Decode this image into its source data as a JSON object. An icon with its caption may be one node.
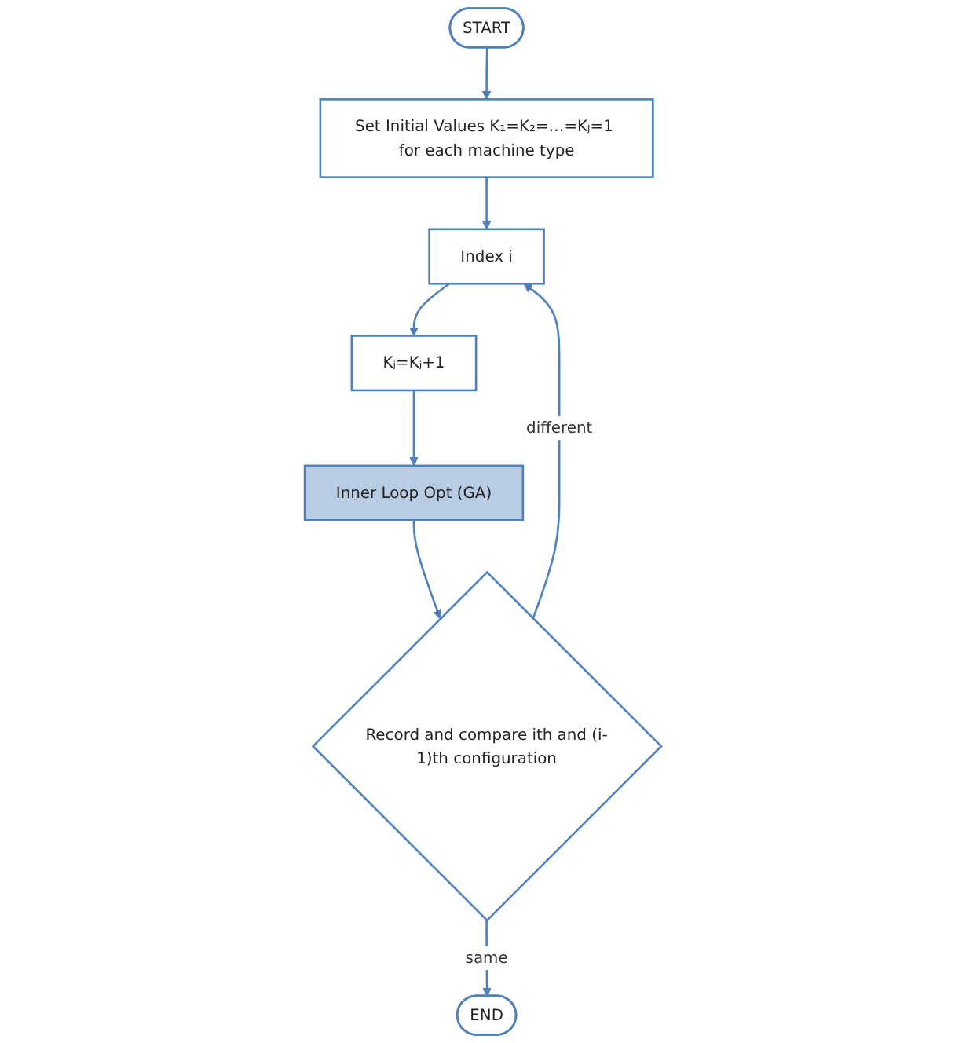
{
  "diagram": {
    "nodes": [
      {
        "text": [
          "START"
        ]
      },
      {
        "text": [
          "Set Initial Values K₁=K₂=…=Kⱼ=1 for each machine type"
        ]
      },
      {
        "text": [
          "Index i"
        ]
      },
      {
        "text": [
          "Kⱼ=Kⱼ+1"
        ]
      },
      {
        "text": [
          "Inner Loop Opt (GA)"
        ]
      },
      {
        "text": [
          "Record and compare ith and (i-1)th configuration"
        ]
      },
      {
        "text": [
          "END"
        ]
      }
    ],
    "edges": [
      {
        "from": 0,
        "to": 1,
        "arrow": "to"
      },
      {
        "from": 1,
        "to": 2,
        "arrow": "to"
      },
      {
        "from": 2,
        "to": 3,
        "arrow": "to"
      },
      {
        "from": 3,
        "to": 4,
        "arrow": "to"
      },
      {
        "from": 4,
        "to": 5,
        "arrow": "to"
      },
      {
        "from": 5,
        "to": 2,
        "arrow": "to",
        "label": "different"
      },
      {
        "from": 5,
        "to": 6,
        "arrow": "to",
        "label": "same"
      }
    ]
  }
}
